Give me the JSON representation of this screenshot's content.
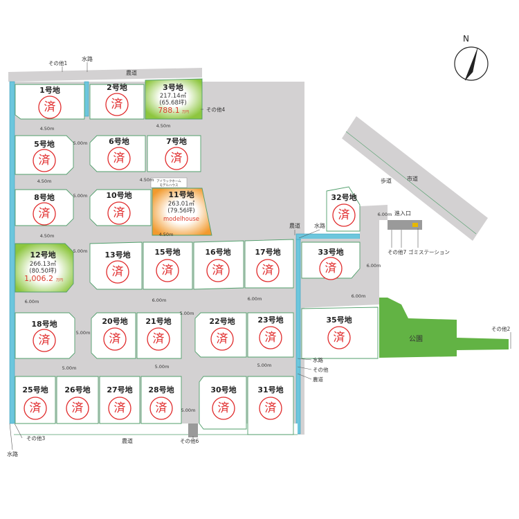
{
  "compass": {
    "label": "N"
  },
  "sold_mark": "済",
  "roads": {
    "noudou_top": "農道",
    "noudou_bottom": "農道",
    "noudou_right": "農道",
    "noudou_mid": "農道",
    "suiro_top": "水路",
    "suiro_mid": "水路",
    "suiro_right": "水路",
    "suiro_left": "水路",
    "hodou": "歩道",
    "shidou": "市道",
    "entrance": "進入口",
    "gomi": "ゴミステーション"
  },
  "others": {
    "sonota1": "その他1",
    "sonota2": "その他2",
    "sonota3": "その他3",
    "sonota4": "その他4",
    "sonota6": "その他6",
    "sonota7": "その他7",
    "sonota": "その他"
  },
  "park": "公園",
  "widths": {
    "w450": "4.50m",
    "w500": "5.00m",
    "w600": "6.00m"
  },
  "featured": {
    "lot3": {
      "label": "3号地",
      "area": "217.14㎡",
      "tsubo": "(65.68坪)",
      "price": "788.1",
      "unit": "万円"
    },
    "lot11": {
      "label": "11号地",
      "area": "263.01㎡",
      "tsubo": "(79.56坪)",
      "tag": "modelhouse",
      "note1": "アイラックホーム",
      "note2": "モデルハウス"
    },
    "lot12": {
      "label": "12号地",
      "area": "266.13㎡",
      "tsubo": "(80.50坪)",
      "price": "1,006.2",
      "unit": "万円"
    }
  },
  "lots": [
    {
      "label": "1号地"
    },
    {
      "label": "2号地"
    },
    {
      "label": "5号地"
    },
    {
      "label": "6号地"
    },
    {
      "label": "7号地"
    },
    {
      "label": "8号地"
    },
    {
      "label": "10号地"
    },
    {
      "label": "13号地"
    },
    {
      "label": "15号地"
    },
    {
      "label": "16号地"
    },
    {
      "label": "17号地"
    },
    {
      "label": "18号地"
    },
    {
      "label": "20号地"
    },
    {
      "label": "21号地"
    },
    {
      "label": "22号地"
    },
    {
      "label": "23号地"
    },
    {
      "label": "25号地"
    },
    {
      "label": "26号地"
    },
    {
      "label": "27号地"
    },
    {
      "label": "28号地"
    },
    {
      "label": "30号地"
    },
    {
      "label": "31号地"
    },
    {
      "label": "32号地"
    },
    {
      "label": "33号地"
    },
    {
      "label": "35号地"
    }
  ],
  "colors": {
    "sold_red": "#e0292a",
    "lot_green": "#8dc63f",
    "model_orange": "#f29a2e",
    "park_green": "#62b344",
    "water_blue": "#6cc6dd"
  }
}
